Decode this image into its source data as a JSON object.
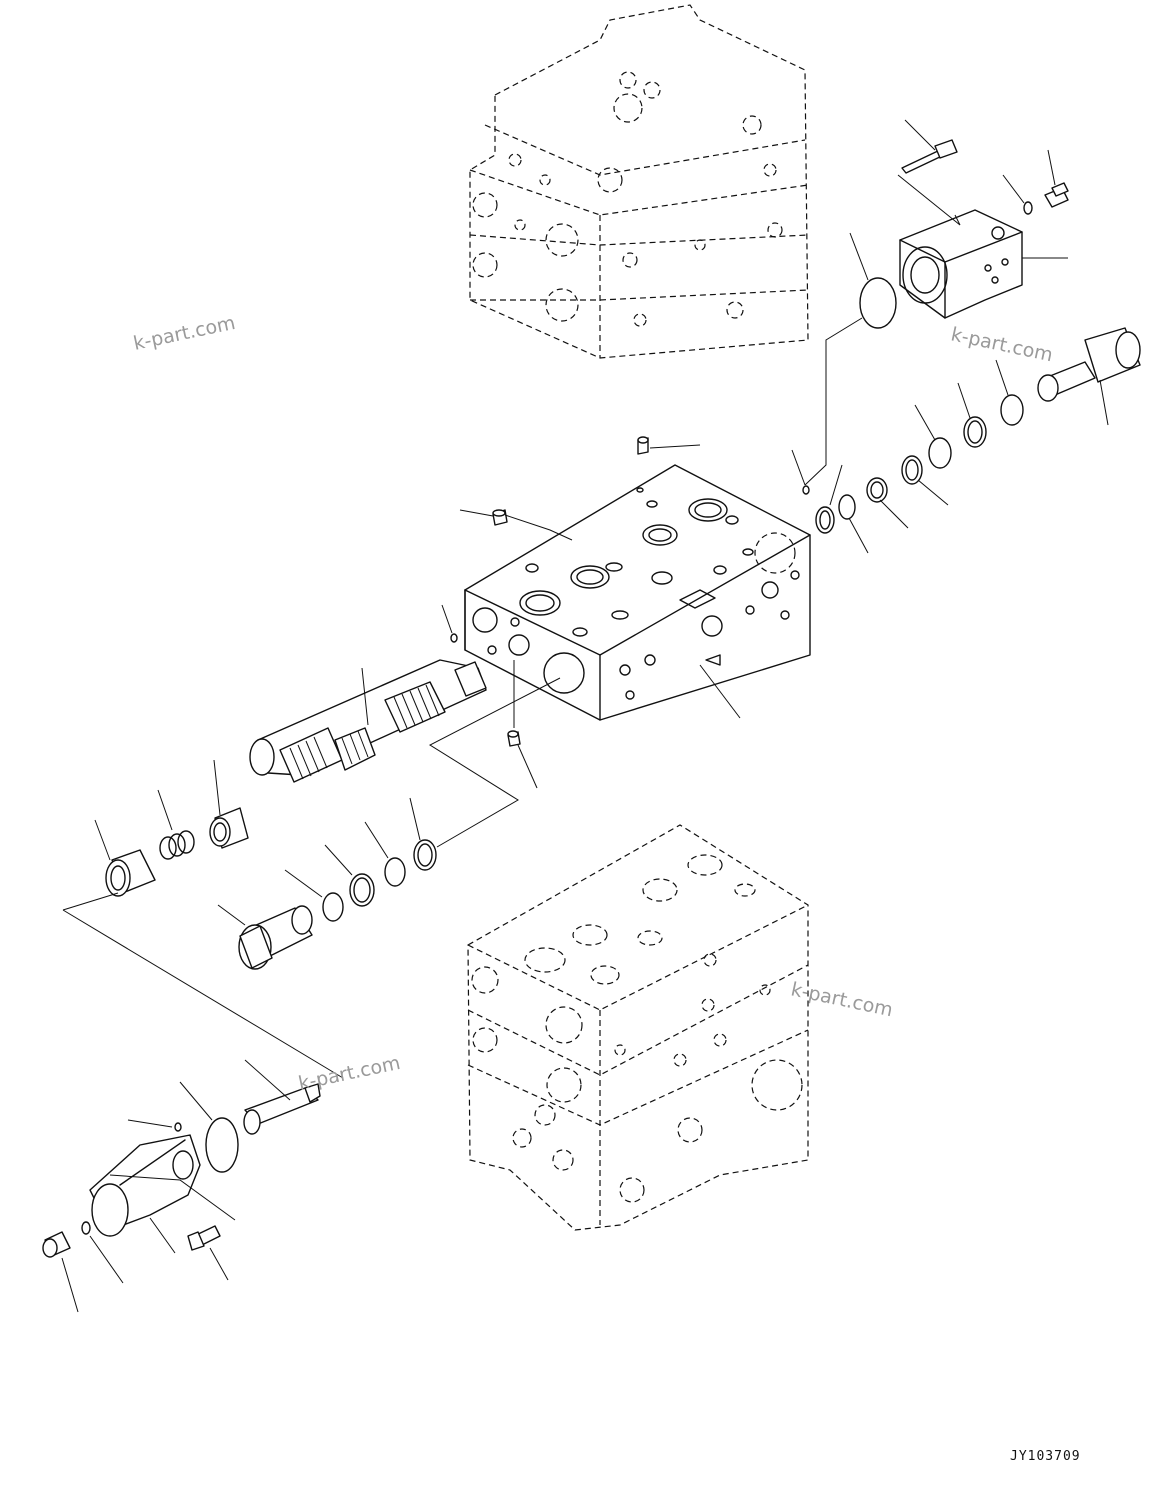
{
  "watermarks": [
    "k-part.com",
    "k-part.com",
    "k-part.com",
    "k-part.com"
  ],
  "drawing_code": "JY103709"
}
